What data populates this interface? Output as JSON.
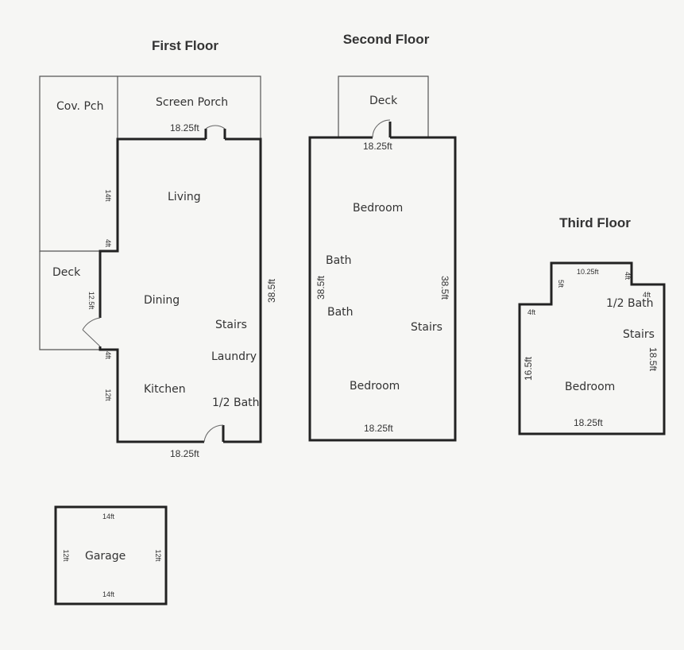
{
  "first_floor": {
    "title": "First Floor",
    "rooms": {
      "cov_pch": "Cov. Pch",
      "screen_porch": "Screen Porch",
      "living": "Living",
      "deck": "Deck",
      "dining": "Dining",
      "stairs": "Stairs",
      "laundry": "Laundry",
      "kitchen": "Kitchen",
      "half_bath": "1/2 Bath"
    },
    "dims": {
      "top": "18.25ft",
      "bottom": "18.25ft",
      "right": "38.5ft",
      "left_upper": "14ft",
      "left_notch_top": "4ft",
      "left_mid": "12.5ft",
      "left_notch_bottom": "4ft",
      "left_lower": "12ft"
    }
  },
  "second_floor": {
    "title": "Second Floor",
    "rooms": {
      "deck": "Deck",
      "bedroom_top": "Bedroom",
      "bath_1": "Bath",
      "bath_2": "Bath",
      "stairs": "Stairs",
      "bedroom_bottom": "Bedroom"
    },
    "dims": {
      "top": "18.25ft",
      "bottom": "18.25ft",
      "left": "38.5ft",
      "right": "38.5ft"
    }
  },
  "third_floor": {
    "title": "Third Floor",
    "rooms": {
      "half_bath": "1/2 Bath",
      "stairs": "Stairs",
      "bedroom": "Bedroom"
    },
    "dims": {
      "top": "10.25ft",
      "left_step": "4ft",
      "right_step": "4ft",
      "left_small": "5ft",
      "right_small": "4ft",
      "left": "16.5ft",
      "right": "18.5ft",
      "bottom": "18.25ft"
    }
  },
  "garage": {
    "label": "Garage",
    "dims": {
      "top": "14ft",
      "bottom": "14ft",
      "left": "12ft",
      "right": "12ft"
    }
  }
}
